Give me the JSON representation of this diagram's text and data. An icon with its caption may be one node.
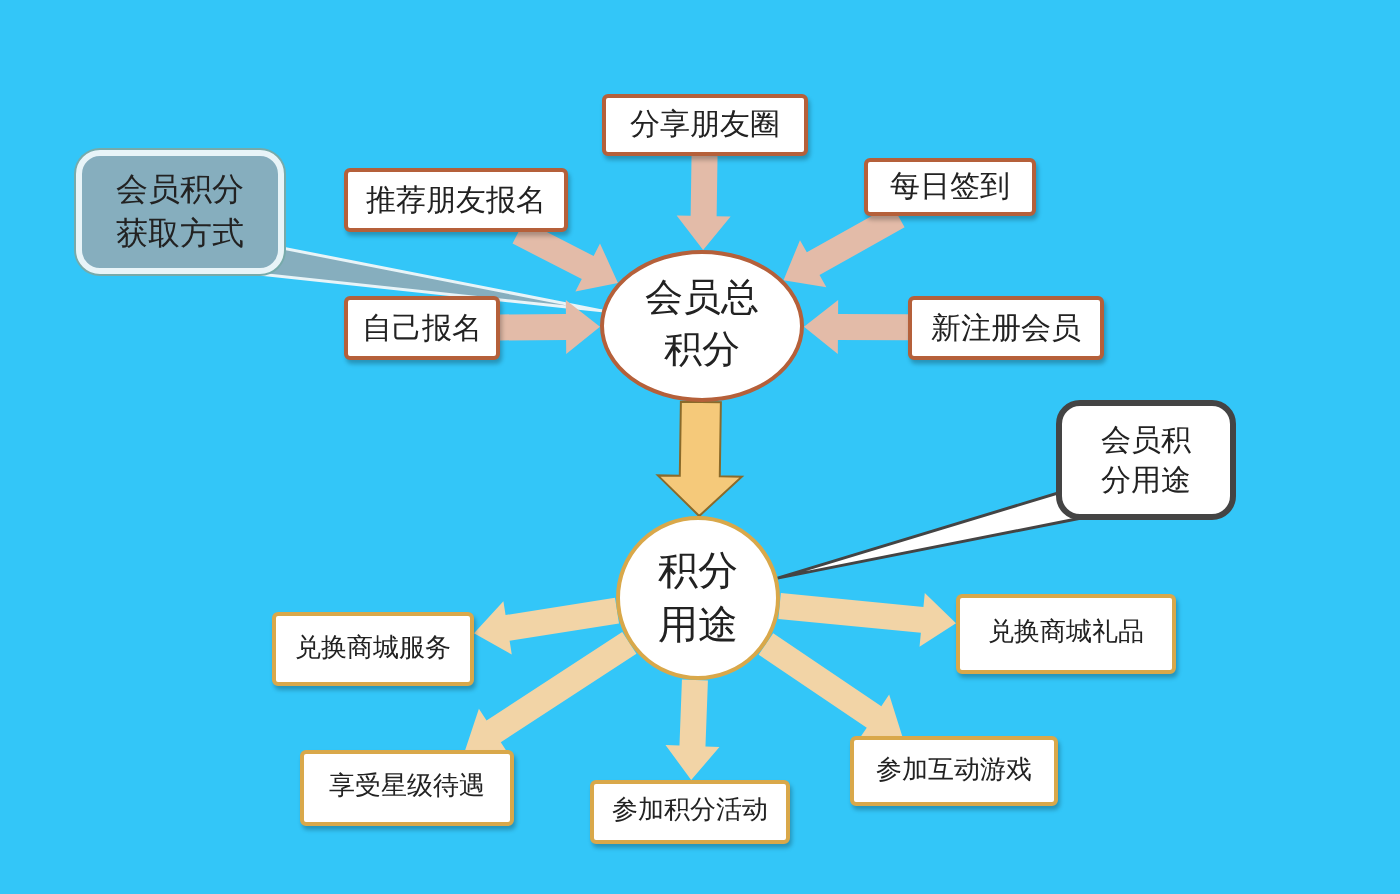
{
  "diagram": {
    "nodes": [
      {
        "text": [
          "会员积分获取方式"
        ]
      },
      {
        "text": [
          "分享朋友圈"
        ]
      },
      {
        "text": [
          "推荐朋友报名"
        ]
      },
      {
        "text": [
          "每日签到"
        ]
      },
      {
        "text": [
          "自己报名"
        ]
      },
      {
        "text": [
          "新注册会员"
        ]
      },
      {
        "text": [
          "会员总积分"
        ]
      },
      {
        "text": [
          "会员积分用途"
        ]
      },
      {
        "text": [
          "积分用途"
        ]
      },
      {
        "text": [
          "兑换商城服务"
        ]
      },
      {
        "text": [
          "兑换商城礼品"
        ]
      },
      {
        "text": [
          "享受星级待遇"
        ]
      },
      {
        "text": [
          "参加积分活动"
        ]
      },
      {
        "text": [
          "参加互动游戏"
        ]
      }
    ],
    "edges": [
      {
        "from": 0,
        "to": 6,
        "arrow": "none"
      },
      {
        "from": 1,
        "to": 6,
        "arrow": "to",
        "style": "thick",
        "color": "#e3bba8"
      },
      {
        "from": 2,
        "to": 6,
        "arrow": "to",
        "style": "thick",
        "color": "#e3bba8"
      },
      {
        "from": 3,
        "to": 6,
        "arrow": "to",
        "style": "thick",
        "color": "#e3bba8"
      },
      {
        "from": 4,
        "to": 6,
        "arrow": "to",
        "style": "thick",
        "color": "#e3bba8"
      },
      {
        "from": 5,
        "to": 6,
        "arrow": "to",
        "style": "thick",
        "color": "#e3bba8"
      },
      {
        "from": 6,
        "to": 8,
        "arrow": "to",
        "style": "thick",
        "color": "#f5c97a"
      },
      {
        "from": 7,
        "to": 8,
        "arrow": "none"
      },
      {
        "from": 8,
        "to": 9,
        "arrow": "to",
        "style": "thick",
        "color": "#f2d4a6"
      },
      {
        "from": 8,
        "to": 10,
        "arrow": "to",
        "style": "thick",
        "color": "#f2d4a6"
      },
      {
        "from": 8,
        "to": 11,
        "arrow": "to",
        "style": "thick",
        "color": "#f2d4a6"
      },
      {
        "from": 8,
        "to": 12,
        "arrow": "to",
        "style": "thick",
        "color": "#f2d4a6"
      },
      {
        "from": 8,
        "to": 13,
        "arrow": "to",
        "style": "thick",
        "color": "#f2d4a6"
      }
    ]
  }
}
